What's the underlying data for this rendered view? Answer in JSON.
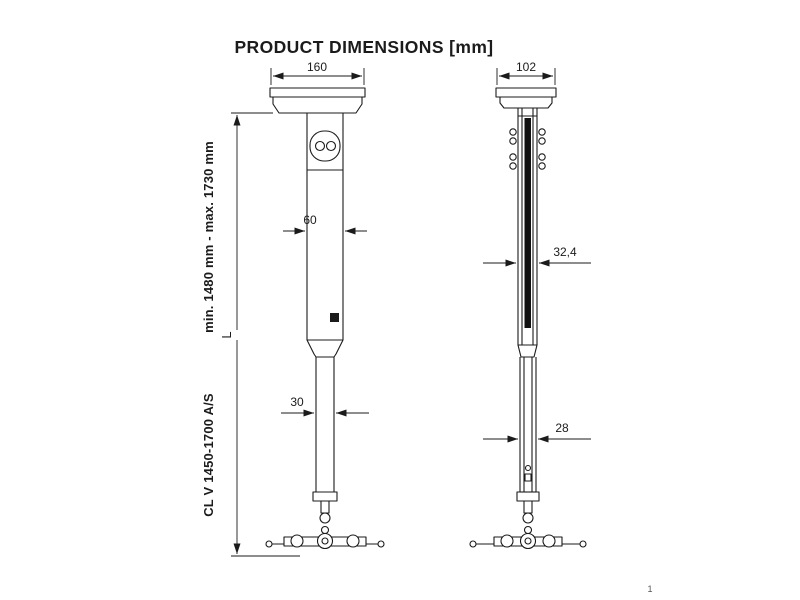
{
  "title": "PRODUCT DIMENSIONS [mm]",
  "ink_color": "#1b1b1b",
  "front_view": {
    "top_width": "160",
    "column_width": "60",
    "tube_width": "30"
  },
  "side_view": {
    "top_depth": "102",
    "column_depth": "32,4",
    "tube_depth": "28"
  },
  "height": {
    "label": "L",
    "range": "min. 1480 mm - max. 1730 mm",
    "model": "CL V 1450-1700 A/S"
  },
  "corner_mark": "1"
}
